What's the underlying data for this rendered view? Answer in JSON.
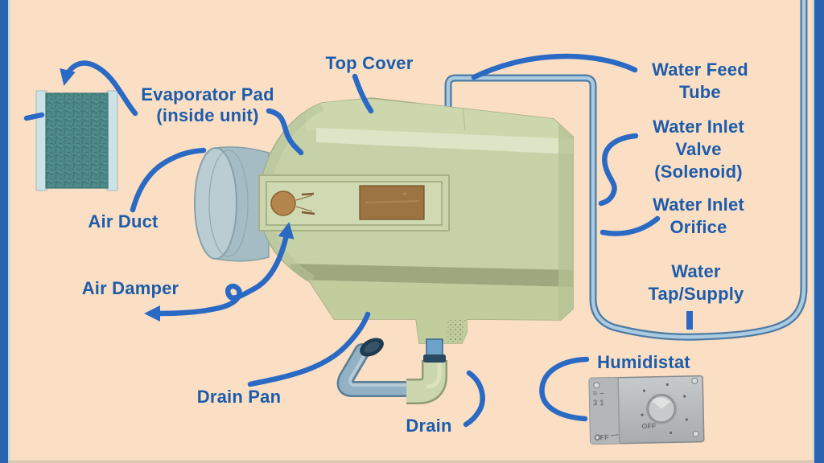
{
  "diagram": {
    "subject": "whole-house humidifier parts diagram"
  },
  "labels": [
    {
      "id": "evaporator-pad",
      "text": "Evaporator Pad\n(inside unit)"
    },
    {
      "id": "top-cover",
      "text": "Top Cover"
    },
    {
      "id": "water-feed-tube",
      "text": "Water Feed\nTube"
    },
    {
      "id": "water-inlet-valve",
      "text": "Water Inlet\nValve (Solenoid)"
    },
    {
      "id": "water-inlet-orifice",
      "text": "Water Inlet\nOrifice"
    },
    {
      "id": "water-tap-supply",
      "text": "Water\nTap/Supply"
    },
    {
      "id": "air-duct",
      "text": "Air Duct"
    },
    {
      "id": "air-damper",
      "text": "Air Damper"
    },
    {
      "id": "drain-pan",
      "text": "Drain Pan"
    },
    {
      "id": "drain",
      "text": "Drain"
    },
    {
      "id": "humidistat",
      "text": "Humidistat"
    }
  ],
  "humidistat": {
    "knob_label": "OFF",
    "corner_label": "OFF",
    "scale_row_top": "≡ –",
    "scale_row_bottom": "3 1"
  },
  "colors": {
    "bg": "#fbdfc4",
    "frame": "#2a64b0",
    "arrow": "#2b6ac4",
    "label": "#1d5cab",
    "unit": "#c6d1a8",
    "unit-light": "#dee5c6",
    "unit-dark": "#9ea87e",
    "duct": "#a8bec6",
    "pad": "#4e8a8a",
    "pad-strip": "#cde2e6",
    "tube-outline": "#4d7ba3",
    "tube-fill": "#aacbe2",
    "pipe": "#93b1c4",
    "elbow": "#ccd6ae",
    "panel-gray": "#b9bdbe",
    "knob-brown": "#b5854e",
    "plate-brown": "#9c7442"
  }
}
